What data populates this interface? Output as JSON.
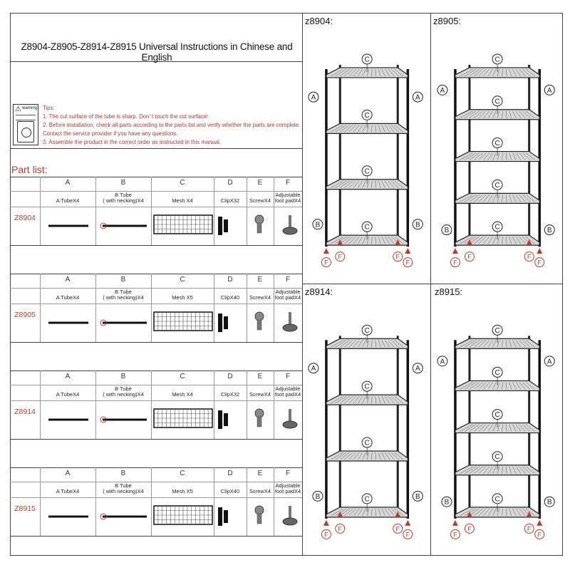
{
  "document": {
    "title": "Z8904-Z8905-Z8914-Z8915 Universal Instructions in Chinese and English",
    "warning_label": "warning"
  },
  "tips": {
    "heading": "Tips:",
    "lines": [
      "1. The cut surface of the tube is sharp. Don' t touch the cut surface!",
      "2. Before installation, check all parts according to the parts list and verify whether the parts are complete.",
      "Contact the service provider if you have any questions.",
      "3. Assemble the product in the correct order as instructed in this manual."
    ]
  },
  "part_list": {
    "heading": "Part list:",
    "letters": [
      "A",
      "B",
      "C",
      "D",
      "E",
      "F"
    ],
    "models": [
      {
        "model": "Z8904",
        "names": [
          "A TubeX4",
          "B Tube\n( with necking)X4",
          "Mesh X4",
          "ClipX32",
          "ScrewX4",
          "Adjustable\nfoot padX4"
        ]
      },
      {
        "model": "Z8905",
        "names": [
          "A TubeX4",
          "B Tube\n( with necking)X4",
          "Mesh X5",
          "ClipX40",
          "ScrewX4",
          "Adjustable\nfoot padX4"
        ]
      },
      {
        "model": "Z8914",
        "names": [
          "A TubeX4",
          "B Tube\n( with necking)X4",
          "Mesh X4",
          "ClipX32",
          "ScrewX4",
          "Adjustable\nfoot padX4"
        ]
      },
      {
        "model": "Z8915",
        "names": [
          "A TubeX4",
          "B Tube\n( with necking)X4",
          "Mesh X5",
          "ClipX40",
          "ScrewX4",
          "Adjustable\nfoot padX4"
        ]
      }
    ]
  },
  "diagrams": [
    {
      "title": "z8904:"
    },
    {
      "title": "z8905:"
    },
    {
      "title": "z8914:"
    },
    {
      "title": "z8915:"
    }
  ],
  "labels": {
    "a": "A",
    "b": "B",
    "c": "C",
    "f": "F"
  },
  "colors": {
    "accent_red": "#c0392b",
    "line": "#222222"
  }
}
